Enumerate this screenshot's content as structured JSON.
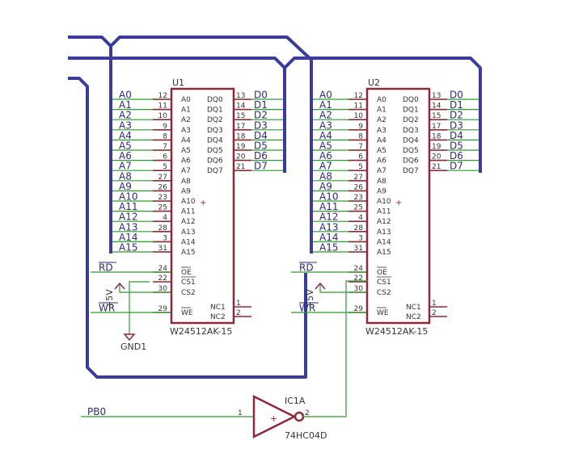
{
  "chips": [
    {
      "ref": "U1",
      "part": "W24512AK-15",
      "addr_pins": [
        "12",
        "11",
        "10",
        "9",
        "8",
        "7",
        "6",
        "5",
        "27",
        "26",
        "23",
        "25",
        "4",
        "28",
        "3",
        "31"
      ],
      "data_pins": [
        "13",
        "14",
        "15",
        "17",
        "18",
        "19",
        "20",
        "21"
      ],
      "ctrl_pins": [
        "24",
        "22",
        "30",
        "29"
      ],
      "nc_pins": [
        "1",
        "2"
      ]
    },
    {
      "ref": "U2",
      "part": "W24512AK-15",
      "addr_pins": [
        "12",
        "11",
        "10",
        "9",
        "8",
        "7",
        "6",
        "5",
        "27",
        "26",
        "23",
        "25",
        "4",
        "28",
        "3",
        "31"
      ],
      "data_pins": [
        "13",
        "14",
        "15",
        "17",
        "18",
        "19",
        "20",
        "21"
      ],
      "ctrl_pins": [
        "24",
        "22",
        "30",
        "29"
      ],
      "nc_pins": [
        "1",
        "2"
      ]
    }
  ],
  "addr_nets": [
    "A0",
    "A1",
    "A2",
    "A3",
    "A4",
    "A5",
    "A6",
    "A7",
    "A8",
    "A9",
    "A10",
    "A11",
    "A12",
    "A13",
    "A14",
    "A15"
  ],
  "data_nets": [
    "D0",
    "D1",
    "D2",
    "D3",
    "D4",
    "D5",
    "D6",
    "D7"
  ],
  "pin_names_addr": [
    "A0",
    "A1",
    "A2",
    "A3",
    "A4",
    "A5",
    "A6",
    "A7",
    "A8",
    "A9",
    "A10",
    "A11",
    "A12",
    "A13",
    "A14",
    "A15"
  ],
  "pin_names_data": [
    "DQ0",
    "DQ1",
    "DQ2",
    "DQ3",
    "DQ4",
    "DQ5",
    "DQ6",
    "DQ7"
  ],
  "pin_names_ctrl": [
    "OE",
    "CS1",
    "CS2",
    "WE"
  ],
  "pin_names_nc": [
    "NC1",
    "NC2"
  ],
  "ctrl_nets": {
    "rd": "RD",
    "wr": "WR",
    "vcc": "+5V"
  },
  "ground": "GND1",
  "inverter": {
    "ref": "IC1A",
    "part": "74HC04D",
    "in_pin": "1",
    "out_pin": "2",
    "input_net": "PB0"
  },
  "colors": {
    "bus": "#3b3b9b",
    "wire": "#2f9a2f",
    "chip": "#8a2a3a",
    "net_label": "#2b2b7a"
  }
}
